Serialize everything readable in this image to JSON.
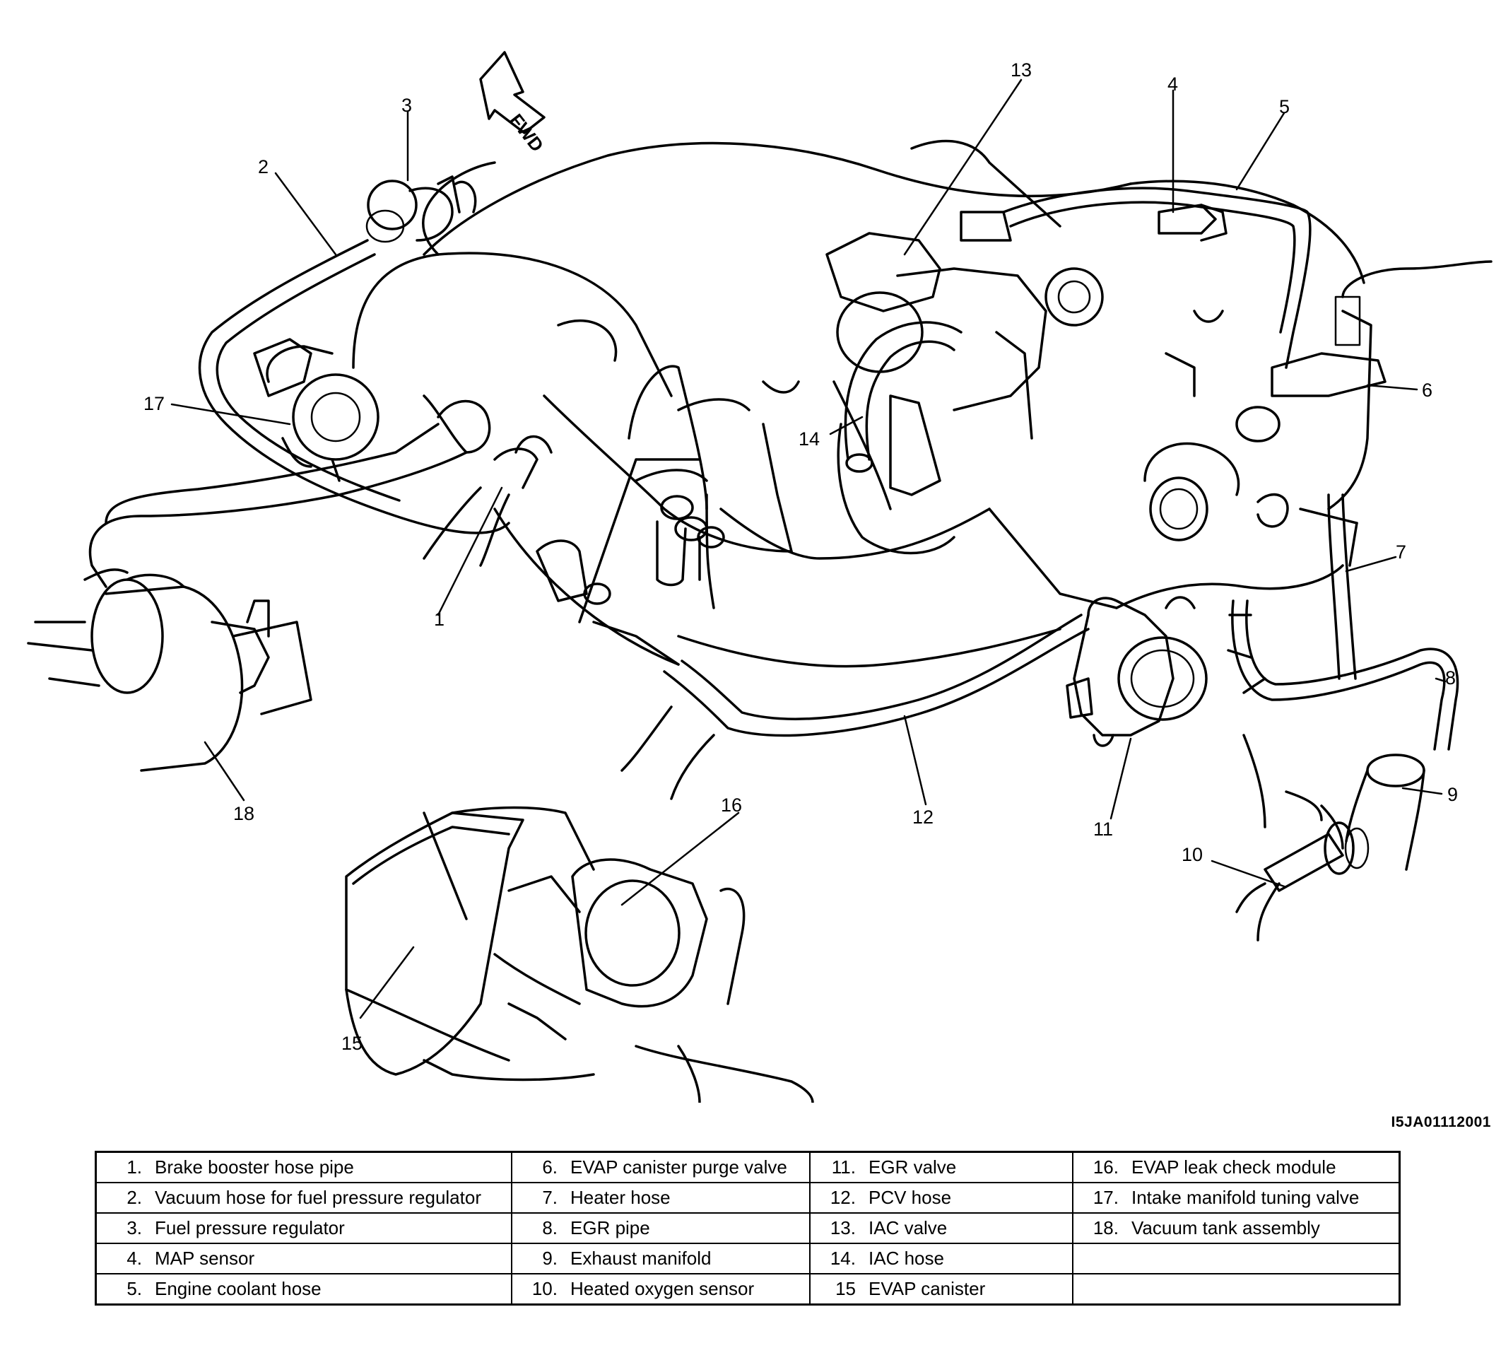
{
  "figure_id": "I5JA01112001",
  "direction_arrow": "FWD",
  "callouts": [
    "1",
    "2",
    "3",
    "4",
    "5",
    "6",
    "7",
    "8",
    "9",
    "10",
    "11",
    "12",
    "13",
    "14",
    "15",
    "16",
    "17",
    "18"
  ],
  "legend": [
    [
      {
        "num": "1.",
        "label": "Brake booster hose pipe"
      },
      {
        "num": "6.",
        "label": "EVAP canister purge valve"
      },
      {
        "num": "11.",
        "label": "EGR valve"
      },
      {
        "num": "16.",
        "label": "EVAP leak check module"
      }
    ],
    [
      {
        "num": "2.",
        "label": "Vacuum hose for fuel pressure regulator"
      },
      {
        "num": "7.",
        "label": "Heater hose"
      },
      {
        "num": "12.",
        "label": "PCV hose"
      },
      {
        "num": "17.",
        "label": "Intake manifold tuning valve"
      }
    ],
    [
      {
        "num": "3.",
        "label": "Fuel pressure regulator"
      },
      {
        "num": "8.",
        "label": "EGR pipe"
      },
      {
        "num": "13.",
        "label": "IAC valve"
      },
      {
        "num": "18.",
        "label": "Vacuum tank assembly"
      }
    ],
    [
      {
        "num": "4.",
        "label": "MAP sensor"
      },
      {
        "num": "9.",
        "label": "Exhaust manifold"
      },
      {
        "num": "14.",
        "label": "IAC hose"
      },
      {
        "num": "",
        "label": ""
      }
    ],
    [
      {
        "num": "5.",
        "label": "Engine coolant hose"
      },
      {
        "num": "10.",
        "label": "Heated oxygen sensor"
      },
      {
        "num": "15",
        "label": "EVAP canister"
      },
      {
        "num": "",
        "label": ""
      }
    ]
  ]
}
